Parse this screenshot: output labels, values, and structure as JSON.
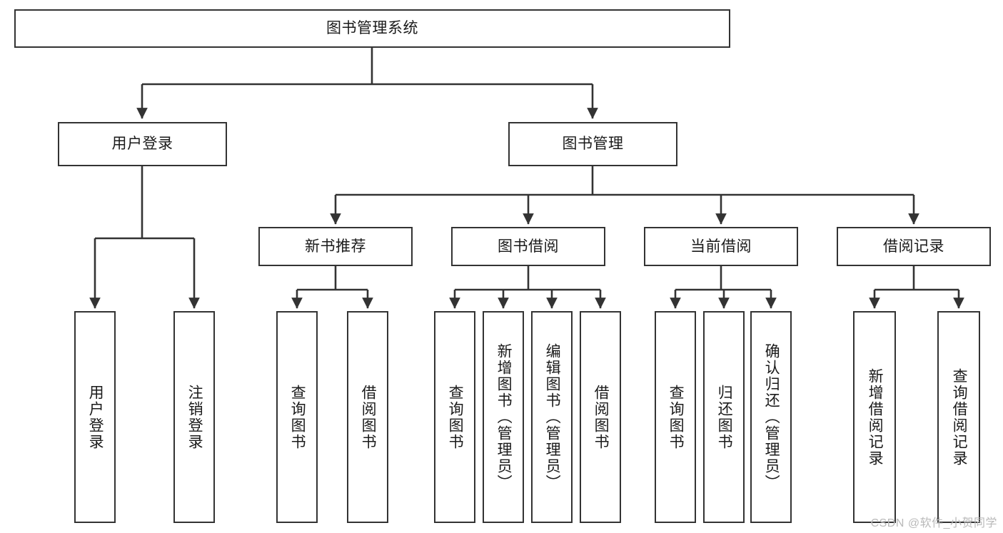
{
  "diagram": {
    "type": "tree",
    "title": "图书管理系统",
    "orientation": "top-down",
    "colors": {
      "box_border": "#333333",
      "box_fill": "#ffffff",
      "edge": "#333333",
      "text": "#1a1a1a",
      "watermark": "#b9b9b9",
      "background": "#ffffff"
    },
    "root": {
      "label": "图书管理系统"
    },
    "level1": [
      {
        "label": "用户登录"
      },
      {
        "label": "图书管理"
      }
    ],
    "level2": [
      {
        "label": "新书推荐"
      },
      {
        "label": "图书借阅"
      },
      {
        "label": "当前借阅"
      },
      {
        "label": "借阅记录"
      }
    ],
    "leaves": {
      "user_login": [
        {
          "label": "用户登录"
        },
        {
          "label": "注销登录"
        }
      ],
      "new_book_recommend": [
        {
          "label": "查询图书"
        },
        {
          "label": "借阅图书"
        }
      ],
      "book_borrow": [
        {
          "label": "查询图书"
        },
        {
          "label": "新增图书（管理员）"
        },
        {
          "label": "编辑图书（管理员）"
        },
        {
          "label": "借阅图书"
        }
      ],
      "current_borrow": [
        {
          "label": "查询图书"
        },
        {
          "label": "归还图书"
        },
        {
          "label": "确认归还（管理员）"
        }
      ],
      "borrow_record": [
        {
          "label": "新增借阅记录"
        },
        {
          "label": "查询借阅记录"
        }
      ]
    }
  },
  "watermark": {
    "text": "CSDN @软件_小贺同学"
  }
}
